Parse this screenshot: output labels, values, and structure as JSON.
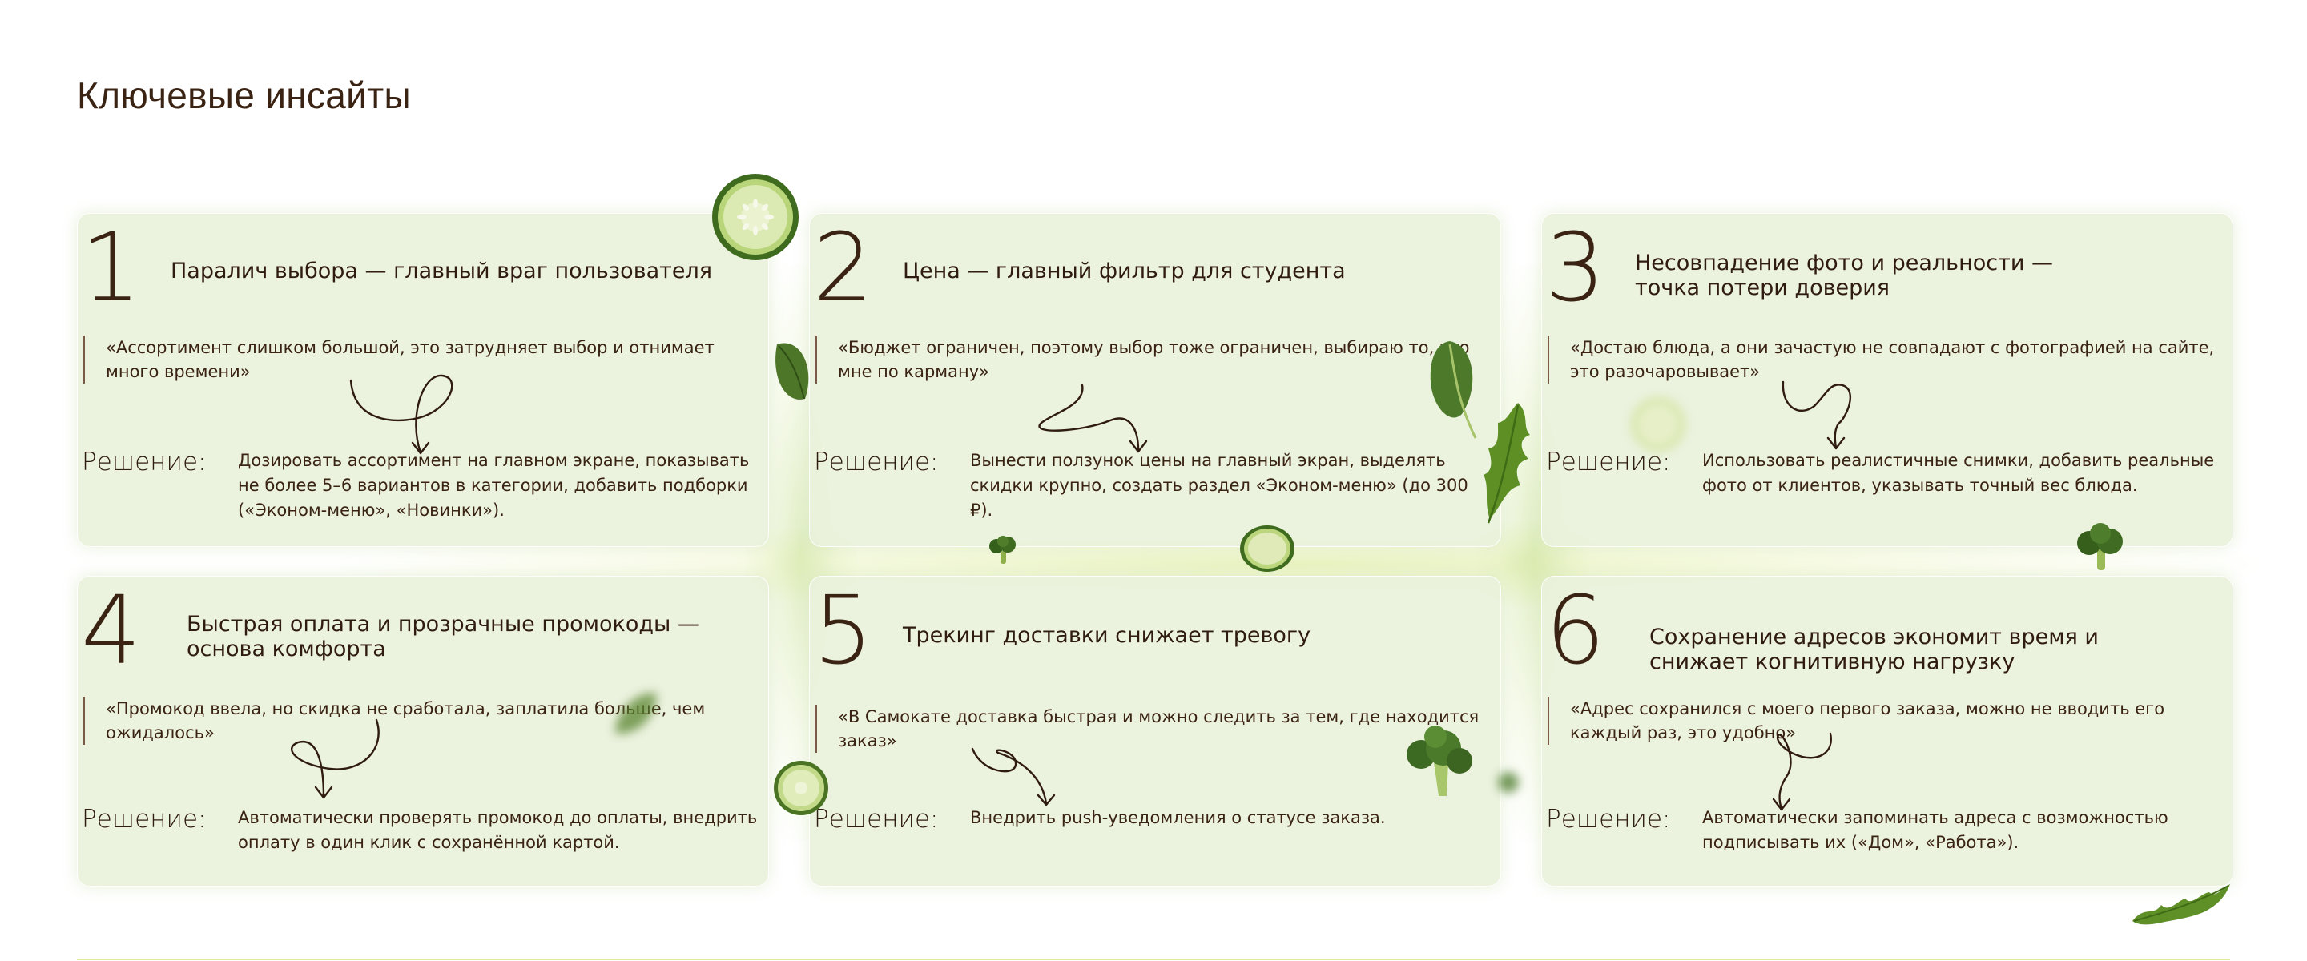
{
  "page": {
    "title": "Ключевые инсайты"
  },
  "solution_label": "Решение:",
  "cards": [
    {
      "number": "1",
      "title": "Паралич выбора — главный враг пользователя",
      "quote": "«Ассортимент слишком большой, это затрудняет выбор и отнимает много времени»",
      "solution": "Дозировать ассортимент на главном экране, показывать не более 5–6 вариантов в категории, добавить подборки («Эконом-меню», «Новинки»)."
    },
    {
      "number": "2",
      "title": "Цена — главный фильтр для студента",
      "quote": "«Бюджет ограничен, поэтому выбор тоже ограничен, выбираю то, что мне по карману»",
      "solution": "Вынести ползунок цены на главный экран, выделять скидки крупно, создать раздел «Эконом-меню» (до 300 ₽)."
    },
    {
      "number": "3",
      "title": "Несовпадение фото и реальности — точка потери доверия",
      "quote": "«Достаю блюда, а они зачастую не совпадают с фотографией на сайте, это разочаровывает»",
      "solution": "Использовать реалистичные снимки, добавить реальные фото от клиентов, указывать точный вес блюда."
    },
    {
      "number": "4",
      "title": "Быстрая оплата и прозрачные промокоды — основа комфорта",
      "quote": "«Промокод ввела, но скидка не сработала, заплатила больше, чем ожидалось»",
      "solution": "Автоматически проверять промокод до оплаты, внедрить оплату в один клик с сохранённой картой."
    },
    {
      "number": "5",
      "title": "Трекинг доставки снижает тревогу",
      "quote": "«В Самокате доставка быстрая и можно следить за тем, где находится заказ»",
      "solution": "Внедрить push-уведомления о статусе заказа."
    },
    {
      "number": "6",
      "title": "Сохранение адресов экономит время и снижает когнитивную нагрузку",
      "quote": "«Адрес сохранился с моего первого заказа, можно не вводить его каждый раз, это удобно»",
      "solution": "Автоматически запоминать адреса с возможностью подписывать их («Дом», «Работа»)."
    }
  ],
  "colors": {
    "text": "#3a2313",
    "card_background": "#e9f1dc",
    "accent_line": "#dfe99a",
    "leaf_green": "#5f8d2a"
  },
  "icons": [
    "cucumber-slice-icon",
    "spinach-leaf-icon",
    "arugula-leaf-icon",
    "broccoli-icon",
    "curved-arrow-icon"
  ]
}
